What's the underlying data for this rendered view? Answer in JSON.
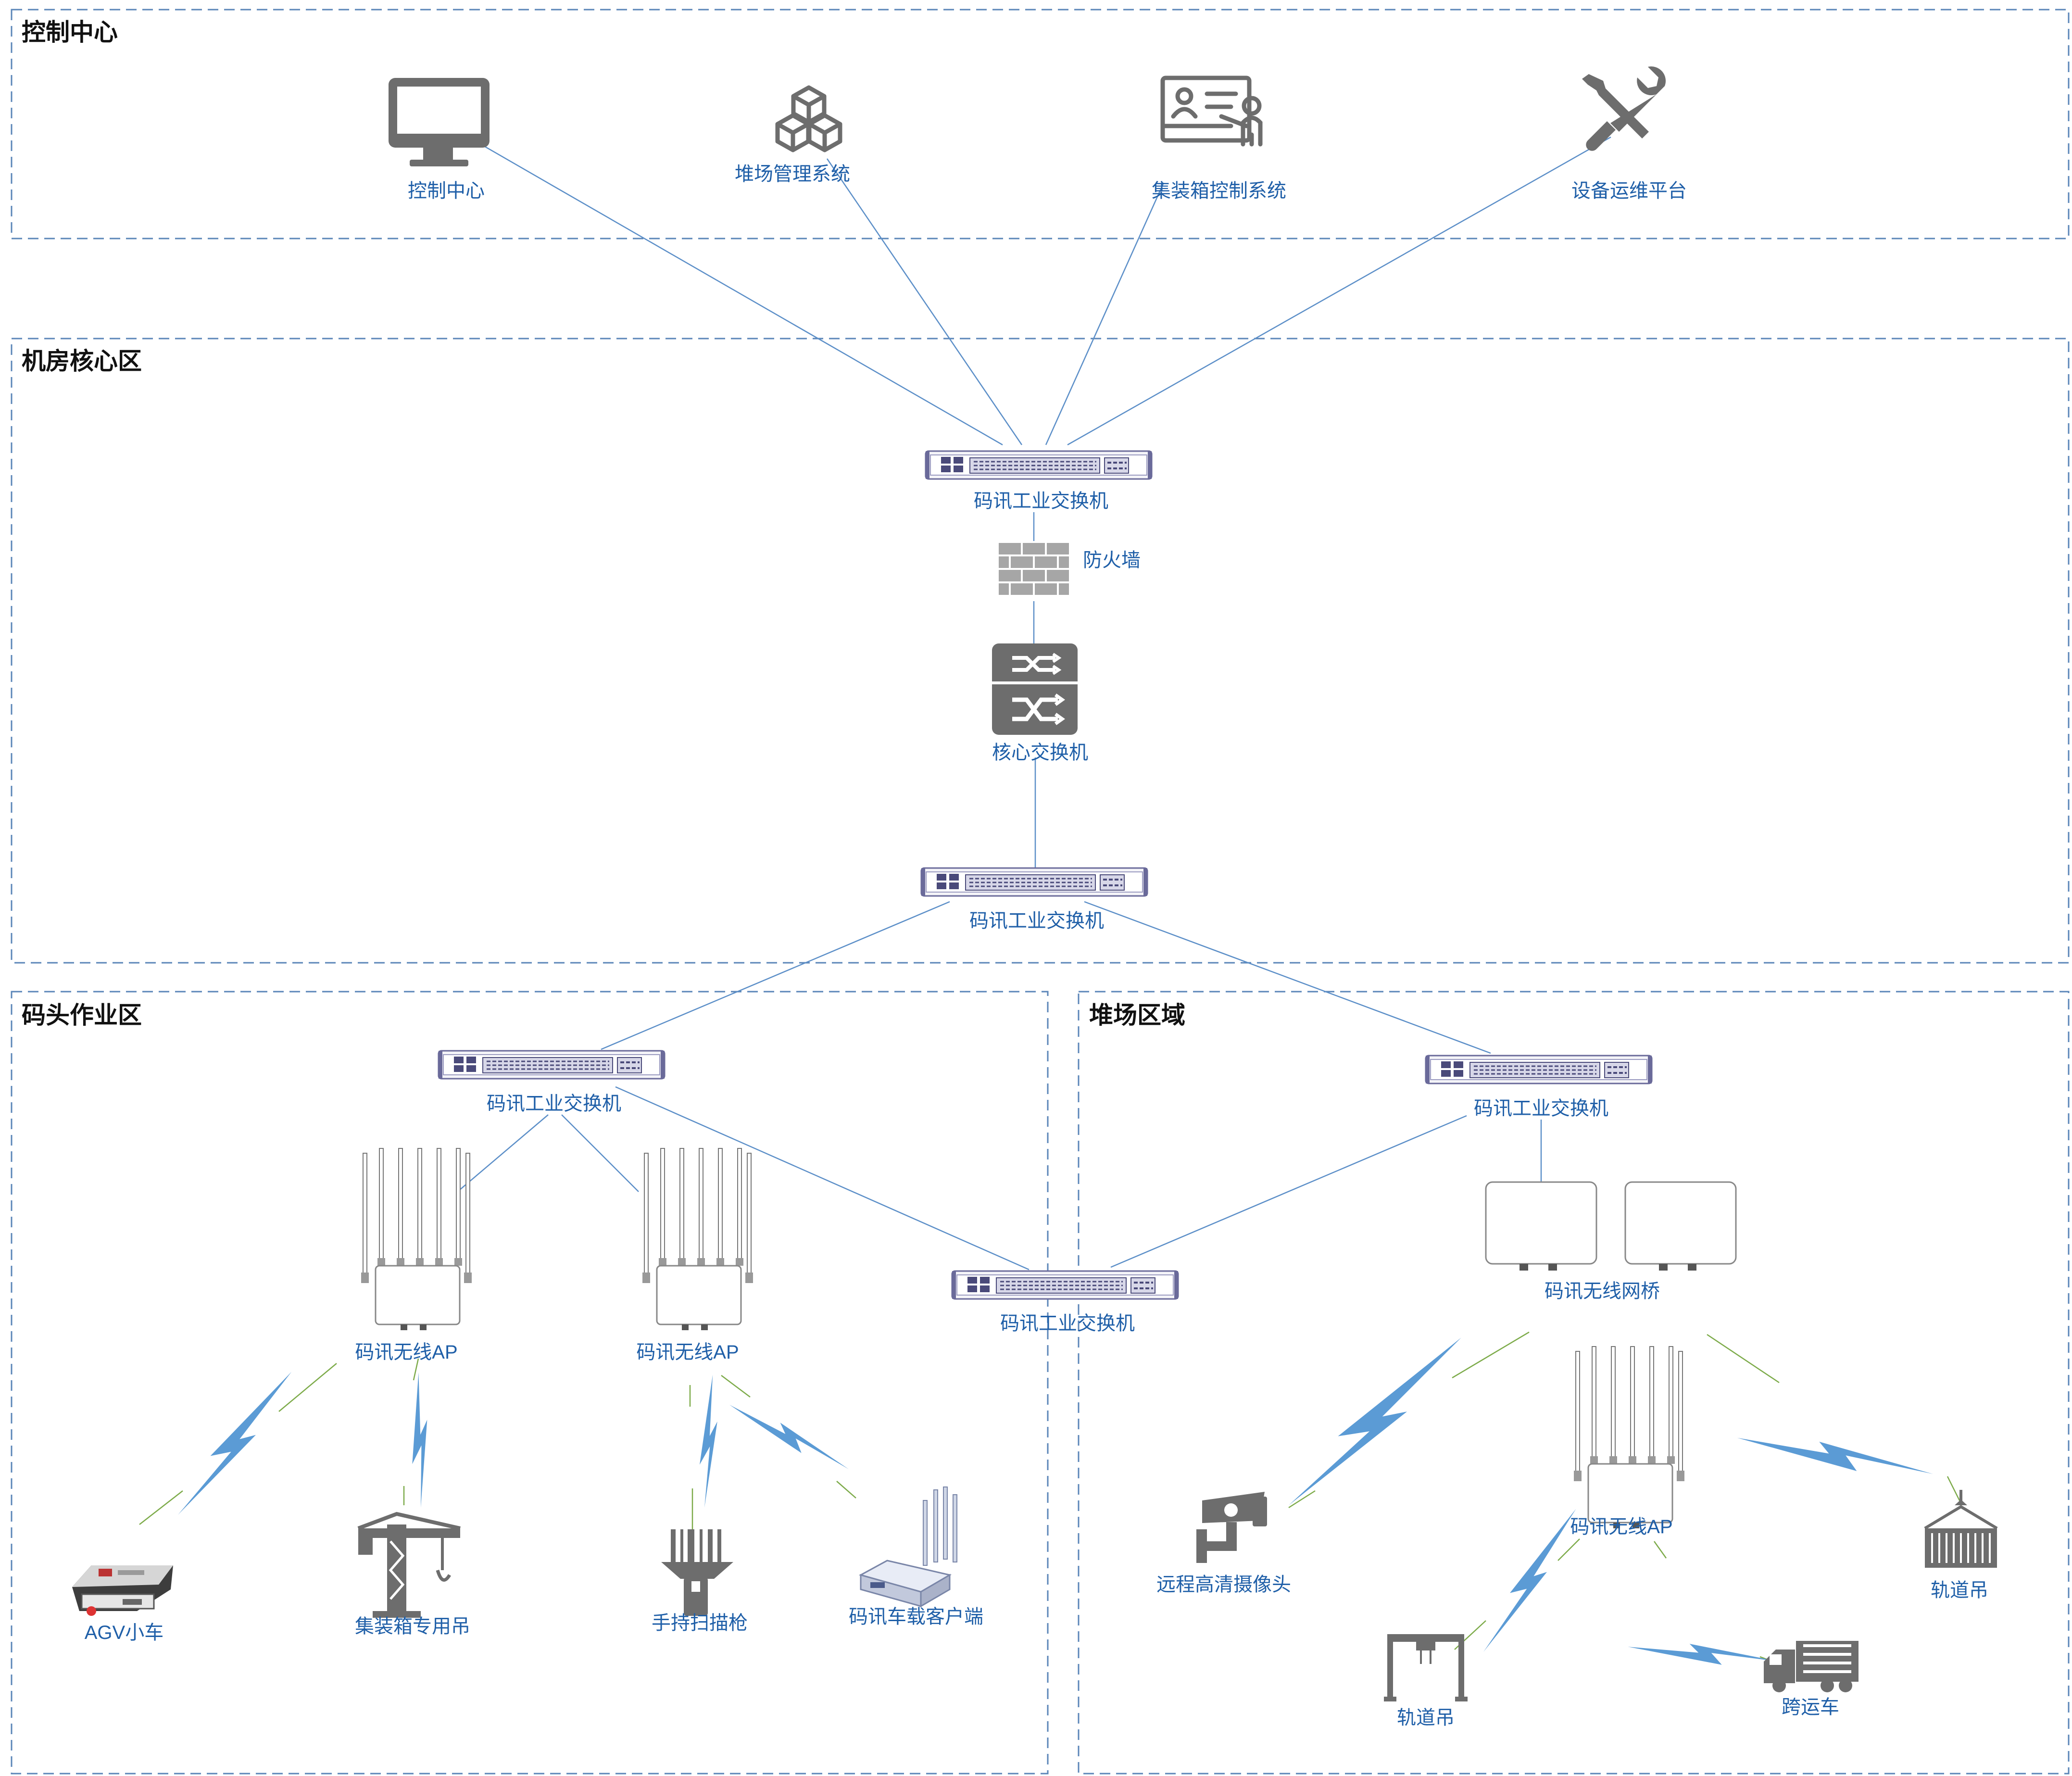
{
  "zones": {
    "control_center": "控制中心",
    "core_room": "机房核心区",
    "wharf": "码头作业区",
    "yard": "堆场区域"
  },
  "nodes": {
    "control_center": "控制中心",
    "yard_mgmt": "堆场管理系统",
    "container_ctrl": "集装箱控制系统",
    "device_ops": "设备运维平台",
    "switch_top": "码讯工业交换机",
    "firewall": "防火墙",
    "core_switch": "核心交换机",
    "switch_mid": "码讯工业交换机",
    "switch_wharf": "码讯工业交换机",
    "switch_yard": "码讯工业交换机",
    "switch_wharf2": "码讯工业交换机",
    "ap_wharf1": "码讯无线AP",
    "ap_wharf2": "码讯无线AP",
    "bridge": "码讯无线网桥",
    "ap_yard": "码讯无线AP",
    "agv": "AGV小车",
    "crane": "集装箱专用吊",
    "scanner": "手持扫描枪",
    "vehicle_client": "码讯车载客户端",
    "camera": "远程高清摄像头",
    "rail_crane_right": "轨道吊",
    "rail_crane_bottom": "轨道吊",
    "straddle_carrier": "跨运车"
  },
  "colors": {
    "zone_border": "#5b86b8",
    "link": "#5c8fc8",
    "wireless_link": "#7dab4a",
    "bolt": "#5b9bd5",
    "label": "#1f5fa8",
    "icon": "#6d6d6d"
  }
}
